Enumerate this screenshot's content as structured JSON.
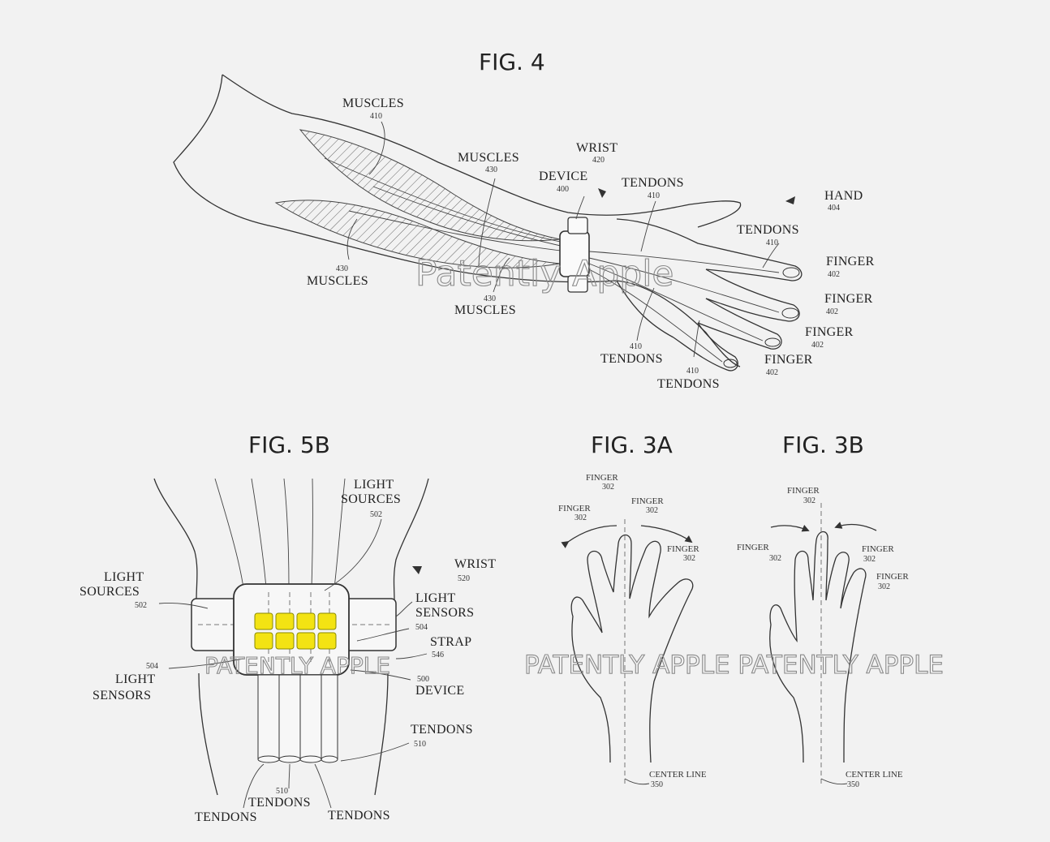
{
  "figures": {
    "fig4": {
      "title": "FIG. 4",
      "labels": {
        "muscles_top": "MUSCLES",
        "muscles_top_num": "410",
        "muscles_mid": "MUSCLES",
        "muscles_mid_num": "430",
        "wrist": "WRIST",
        "wrist_num": "420",
        "device": "DEVICE",
        "device_num": "400",
        "tendons_a": "TENDONS",
        "tendons_a_num": "410",
        "hand": "HAND",
        "hand_num": "404",
        "tendons_b": "TENDONS",
        "tendons_b_num": "410",
        "finger1": "FINGER",
        "finger1_num": "402",
        "finger2": "FINGER",
        "finger2_num": "402",
        "finger3": "FINGER",
        "finger3_num": "402",
        "finger4": "FINGER",
        "finger4_num": "402",
        "muscles_left": "MUSCLES",
        "muscles_left_num": "430",
        "muscles_bottom": "MUSCLES",
        "muscles_bottom_num": "430",
        "tendons_c": "TENDONS",
        "tendons_c_num": "410",
        "tendons_d": "TENDONS",
        "tendons_d_num": "410"
      },
      "watermark": "Patently Apple"
    },
    "fig5b": {
      "title": "FIG. 5B",
      "labels": {
        "light_sources_top": "LIGHT",
        "light_sources_top_2": "SOURCES",
        "light_sources_top_num": "502",
        "light_sources_left": "LIGHT",
        "light_sources_left_2": "SOURCES",
        "light_sources_left_num": "502",
        "wrist": "WRIST",
        "wrist_num": "520",
        "light_sensors_right": "LIGHT",
        "light_sensors_right_2": "SENSORS",
        "light_sensors_right_num": "504",
        "strap": "STRAP",
        "strap_num": "546",
        "light_sensors_left_num": "504",
        "light_sensors_left": "LIGHT",
        "light_sensors_left_2": "SENSORS",
        "device_num": "500",
        "device": "DEVICE",
        "tendons_right": "TENDONS",
        "tendons_right_num": "510",
        "tendons_mid_num": "510",
        "tendons_mid": "TENDONS",
        "tendons_left": "TENDONS",
        "tendons_bottom_right": "TENDONS"
      },
      "watermark": "PATENTLY APPLE",
      "sensor_color": "#f3e313"
    },
    "fig3a": {
      "title": "FIG. 3A",
      "labels": {
        "finger_top": "FINGER",
        "finger_top_num": "302",
        "finger_left": "FINGER",
        "finger_left_num": "302",
        "finger_right": "FINGER",
        "finger_right_num": "302",
        "finger_far": "FINGER",
        "finger_far_num": "302",
        "center_line": "CENTER LINE",
        "center_line_num": "350"
      }
    },
    "fig3b": {
      "title": "FIG. 3B",
      "labels": {
        "finger_top": "FINGER",
        "finger_top_num": "302",
        "finger_left": "FINGER",
        "finger_left_num": "302",
        "finger_right": "FINGER",
        "finger_right_num": "302",
        "finger_far": "FINGER",
        "finger_far_num": "302",
        "center_line": "CENTER LINE",
        "center_line_num": "350"
      }
    },
    "bottom_watermark": "PATENTLY APPLE PATENTLY APPLE"
  }
}
